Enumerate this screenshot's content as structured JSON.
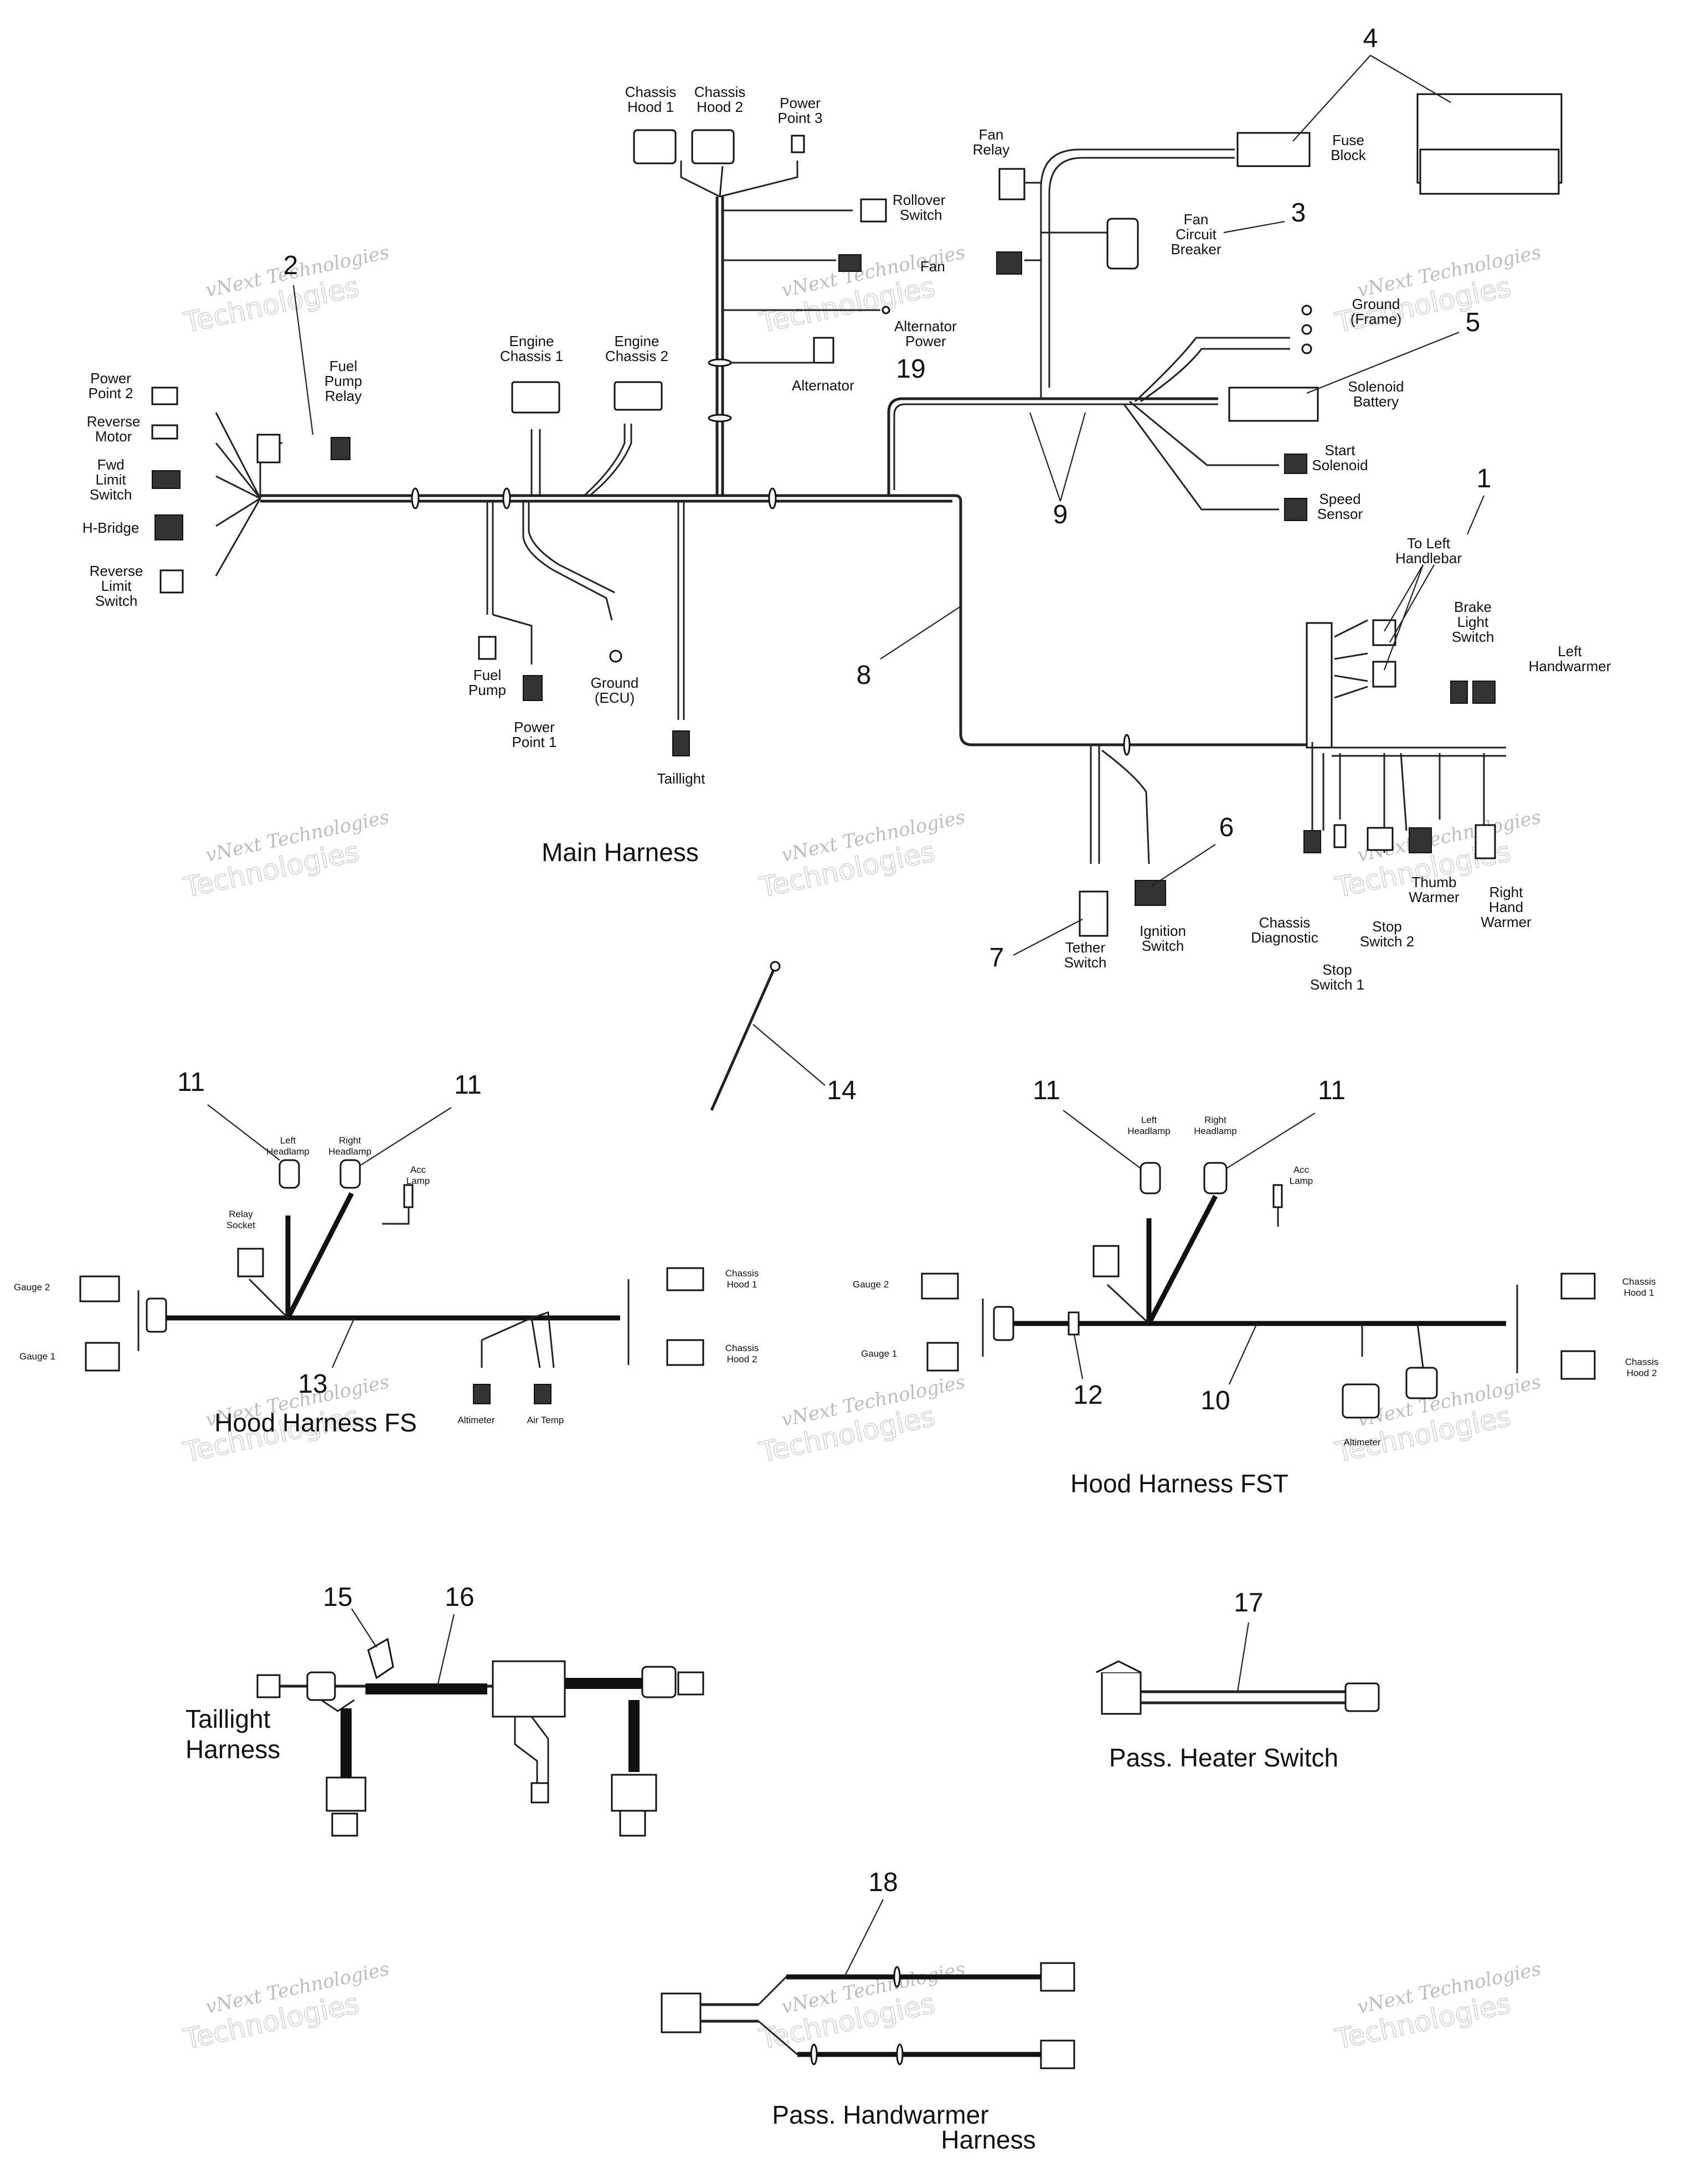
{
  "watermark": {
    "line1": "vNext Technologies",
    "line2": "Technologies"
  },
  "sections": {
    "main": "Main Harness",
    "hood_fs": "Hood Harness FS",
    "hood_fst": "Hood Harness FST",
    "taillight": [
      "Taillight",
      "Harness"
    ],
    "heater": "Pass. Heater Switch",
    "handwarmer": [
      "Pass. Handwarmer",
      "Harness"
    ]
  },
  "main_labels": {
    "chassis_hood_1": [
      "Chassis",
      "Hood 1"
    ],
    "chassis_hood_2": [
      "Chassis",
      "Hood 2"
    ],
    "power_point_3": [
      "Power",
      "Point 3"
    ],
    "rollover_switch": [
      "Rollover",
      "Switch"
    ],
    "fan": "Fan",
    "alternator_power": [
      "Alternator",
      "Power"
    ],
    "alternator": "Alternator",
    "fan_relay": [
      "Fan",
      "Relay"
    ],
    "fuse_block": [
      "Fuse",
      "Block"
    ],
    "fan_circuit_breaker": [
      "Fan",
      "Circuit",
      "Breaker"
    ],
    "ground_frame": [
      "Ground",
      "(Frame)"
    ],
    "solenoid_battery": [
      "Solenoid",
      "Battery"
    ],
    "start_solenoid": [
      "Start",
      "Solenoid"
    ],
    "speed_sensor": [
      "Speed",
      "Sensor"
    ],
    "engine_chassis_1": [
      "Engine",
      "Chassis 1"
    ],
    "engine_chassis_2": [
      "Engine",
      "Chassis 2"
    ],
    "fuel_pump_relay": [
      "Fuel",
      "Pump",
      "Relay"
    ],
    "power_point_2": [
      "Power",
      "Point 2"
    ],
    "reverse_motor": [
      "Reverse",
      "Motor"
    ],
    "fwd_limit_switch": [
      "Fwd",
      "Limit",
      "Switch"
    ],
    "h_bridge": "H-Bridge",
    "reverse_limit_switch": [
      "Reverse",
      "Limit",
      "Switch"
    ],
    "fuel_pump": [
      "Fuel",
      "Pump"
    ],
    "power_point_1": [
      "Power",
      "Point 1"
    ],
    "ground_ecu": [
      "Ground",
      "(ECU)"
    ],
    "taillight": "Taillight",
    "to_left_handlebar": [
      "To Left",
      "Handlebar"
    ],
    "brake_light_switch": [
      "Brake",
      "Light",
      "Switch"
    ],
    "left_handwarmer": [
      "Left",
      "Handwarmer"
    ],
    "tether_switch": [
      "Tether",
      "Switch"
    ],
    "ignition_switch": [
      "Ignition",
      "Switch"
    ],
    "chassis_diagnostic": [
      "Chassis",
      "Diagnostic"
    ],
    "stop_switch_2": [
      "Stop",
      "Switch 2"
    ],
    "thumb_warmer": [
      "Thumb",
      "Warmer"
    ],
    "right_hand_warmer": [
      "Right",
      "Hand",
      "Warmer"
    ],
    "stop_switch_1": [
      "Stop",
      "Switch 1"
    ]
  },
  "hood_labels": {
    "left_headlamp": [
      "Left",
      "Headlamp"
    ],
    "right_headlamp": [
      "Right",
      "Headlamp"
    ],
    "acc_lamp": [
      "Acc",
      "Lamp"
    ],
    "relay_socket": [
      "Relay",
      "Socket"
    ],
    "gauge_2": "Gauge 2",
    "gauge_1": "Gauge 1",
    "chassis_hood_1": [
      "Chassis",
      "Hood 1"
    ],
    "chassis_hood_2": [
      "Chassis",
      "Hood 2"
    ],
    "altimeter": "Altimeter",
    "air_temp": "Air Temp"
  },
  "callouts": {
    "n1": "1",
    "n2": "2",
    "n3": "3",
    "n4": "4",
    "n5": "5",
    "n6": "6",
    "n7": "7",
    "n8": "8",
    "n9": "9",
    "n10": "10",
    "n11": "11",
    "n12": "12",
    "n13": "13",
    "n14": "14",
    "n15": "15",
    "n16": "16",
    "n17": "17",
    "n18": "18",
    "n19": "19"
  }
}
